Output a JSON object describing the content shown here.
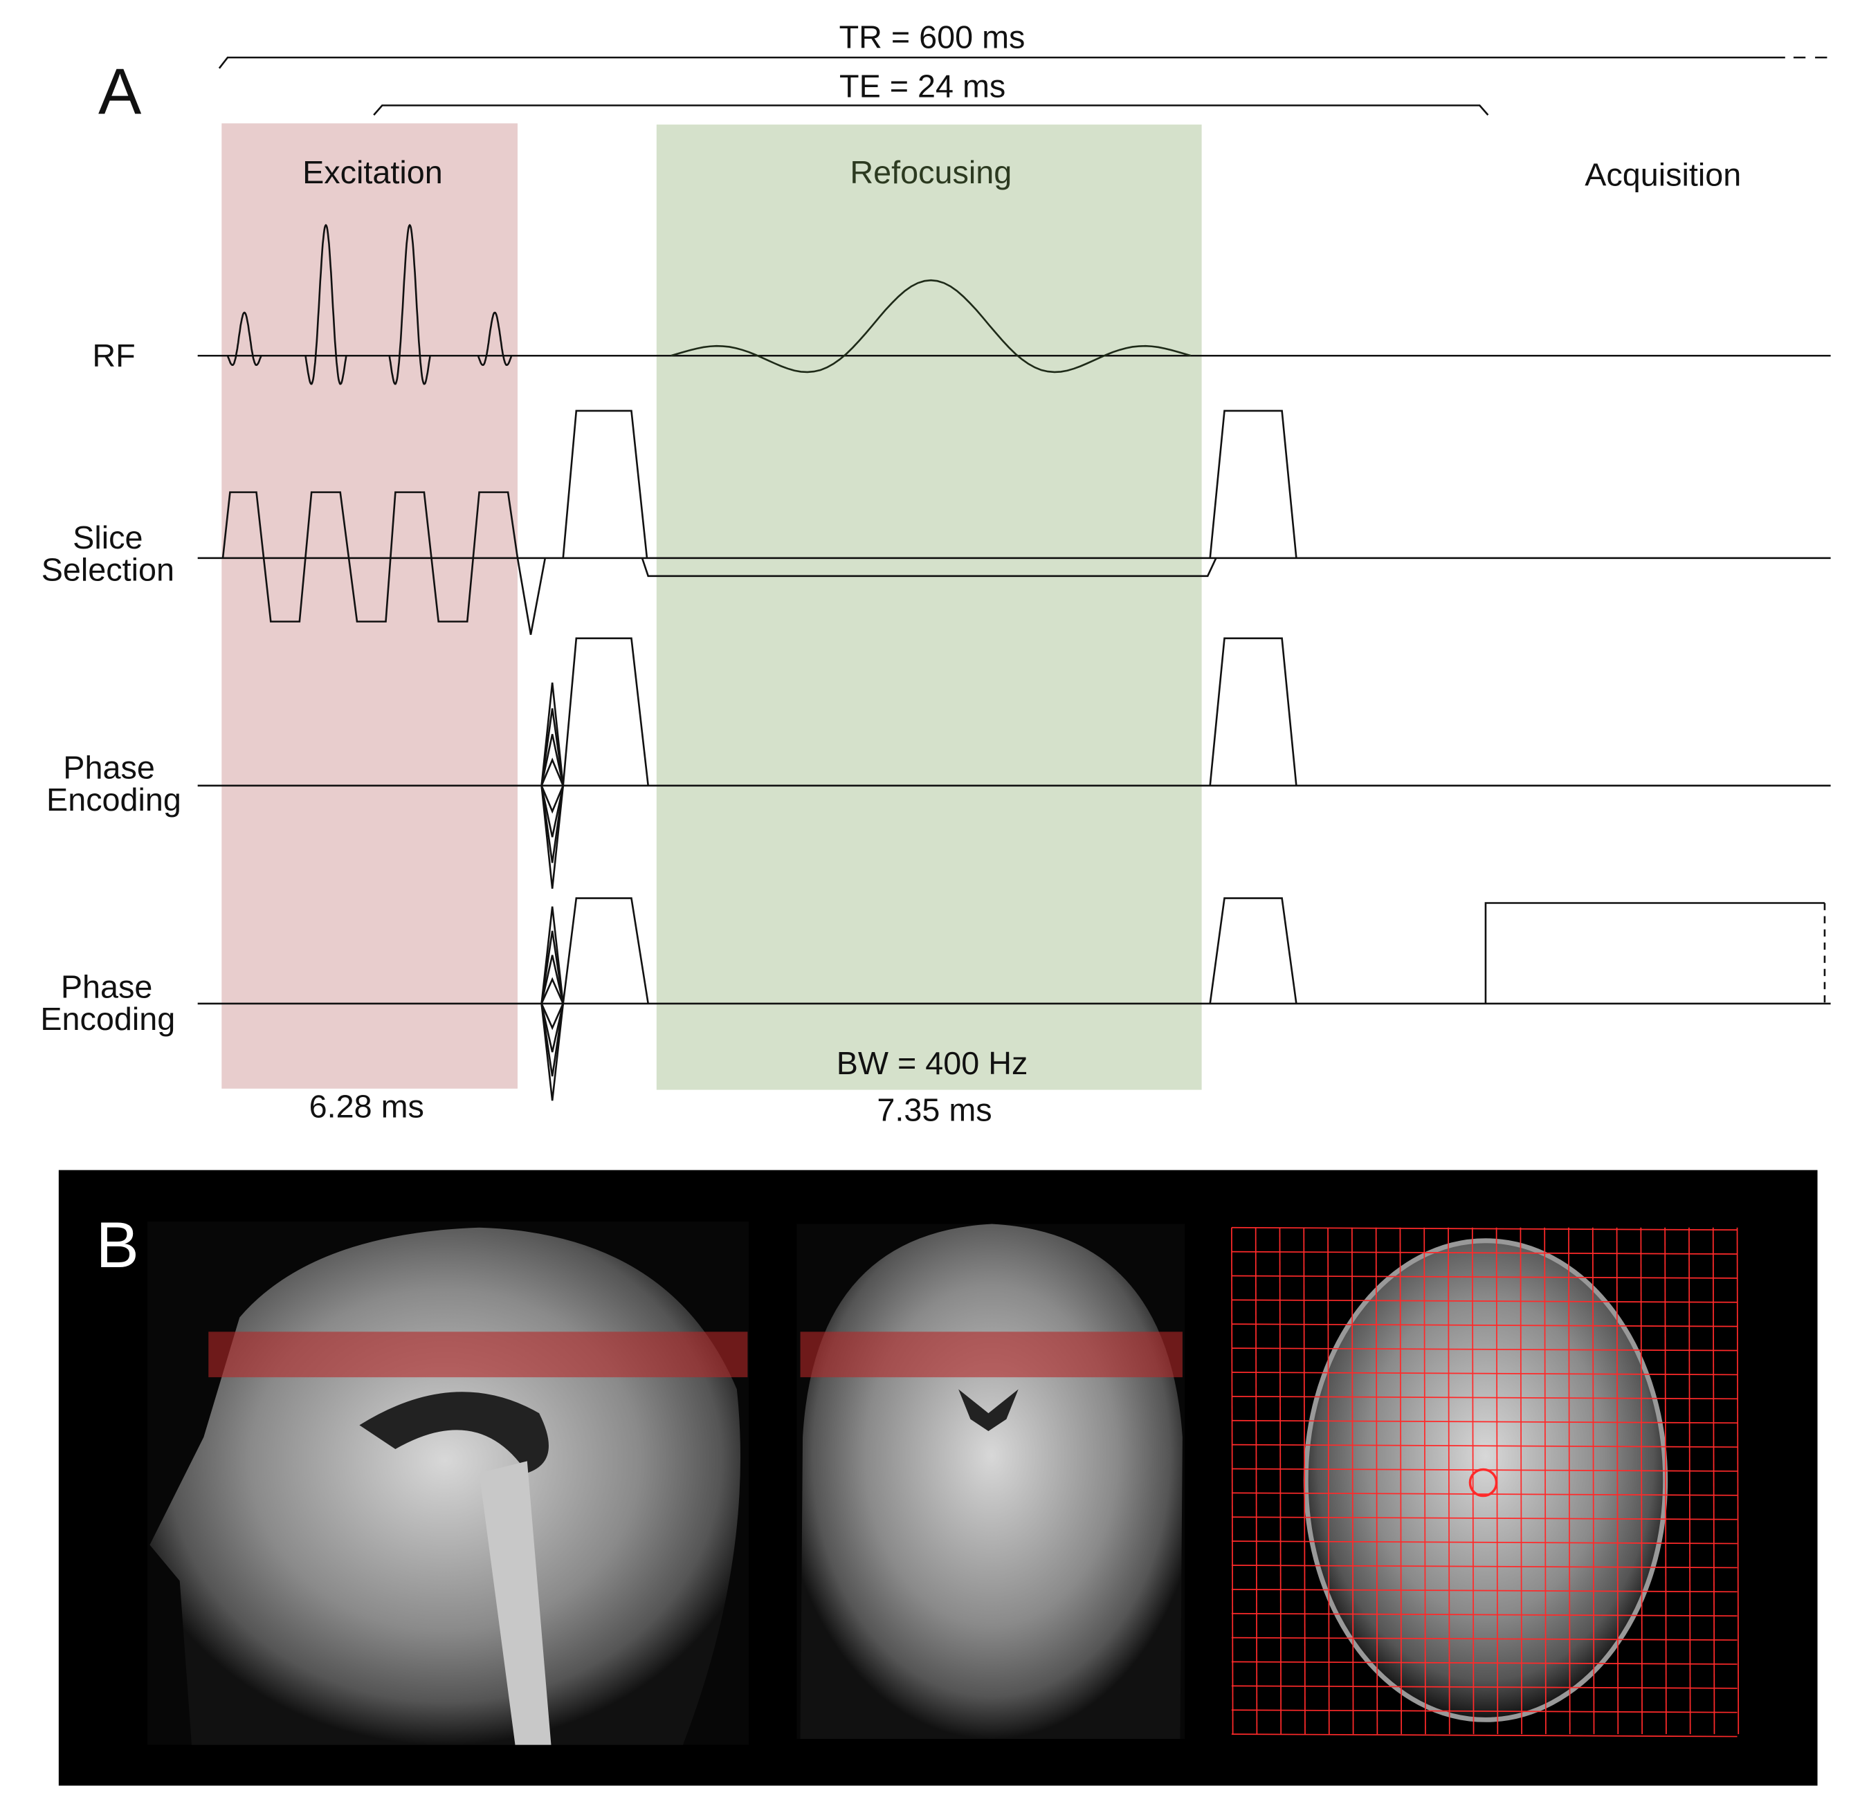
{
  "panel_a": {
    "label": "A",
    "tr": "TR = 600 ms",
    "te": "TE = 24 ms",
    "excitation": "Excitation",
    "refocusing": "Refocusing",
    "acquisition": "Acquisition",
    "rows": {
      "rf": "RF",
      "slice_1": "Slice",
      "slice_2": "Selection",
      "phase1_1": "Phase",
      "phase1_2": "Encoding",
      "phase2_1": "Phase",
      "phase2_2": "Encoding"
    },
    "excitation_duration": "6.28 ms",
    "bandwidth": "BW = 400 Hz",
    "refocusing_duration": "7.35 ms",
    "colors": {
      "excitation": "#e8cdcd",
      "refocusing": "#d5e1cb",
      "refocus_text": "#2c3a20"
    }
  },
  "panel_b": {
    "label": "B",
    "colors": {
      "background": "#000000",
      "slab": "#b42828",
      "grid": "#ff2a2a"
    }
  }
}
